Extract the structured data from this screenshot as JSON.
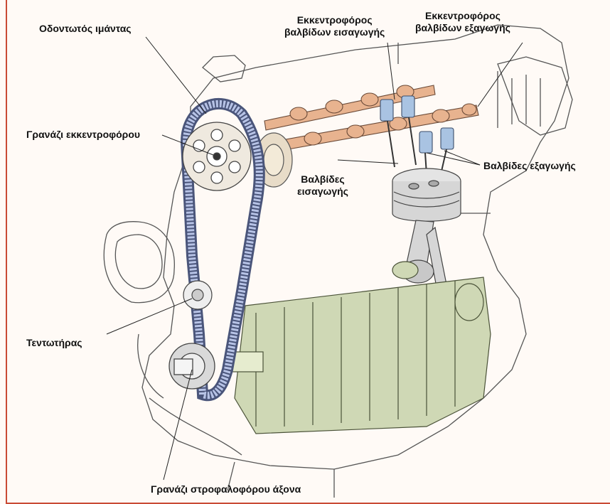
{
  "colors": {
    "background": "#fffaf6",
    "frame": "#c94a35",
    "outline": "#444444",
    "belt": "#b7c3e6",
    "crankshaft": "#cfd8b5",
    "camshaft": "#e8b38f",
    "valves": "#a9c3e2",
    "piston": "#d6d6d6"
  },
  "labels": {
    "timing_belt": "Οδοντωτός ιμάντας",
    "intake_camshaft_l1": "Εκκεντροφόρος",
    "intake_camshaft_l2": "βαλβίδων εισαγωγής",
    "exhaust_camshaft_l1": "Εκκεντροφόρος",
    "exhaust_camshaft_l2": "βαλβίδων εξαγωγής",
    "camshaft_gear": "Γρανάζι εκκεντροφόρου",
    "intake_valves_l1": "Βαλβίδες",
    "intake_valves_l2": "εισαγωγής",
    "exhaust_valves": "Βαλβίδες εξαγωγής",
    "tensioner": "Τεντωτήρας",
    "crankshaft_gear": "Γρανάζι στροφαλοφόρου άξονα"
  }
}
